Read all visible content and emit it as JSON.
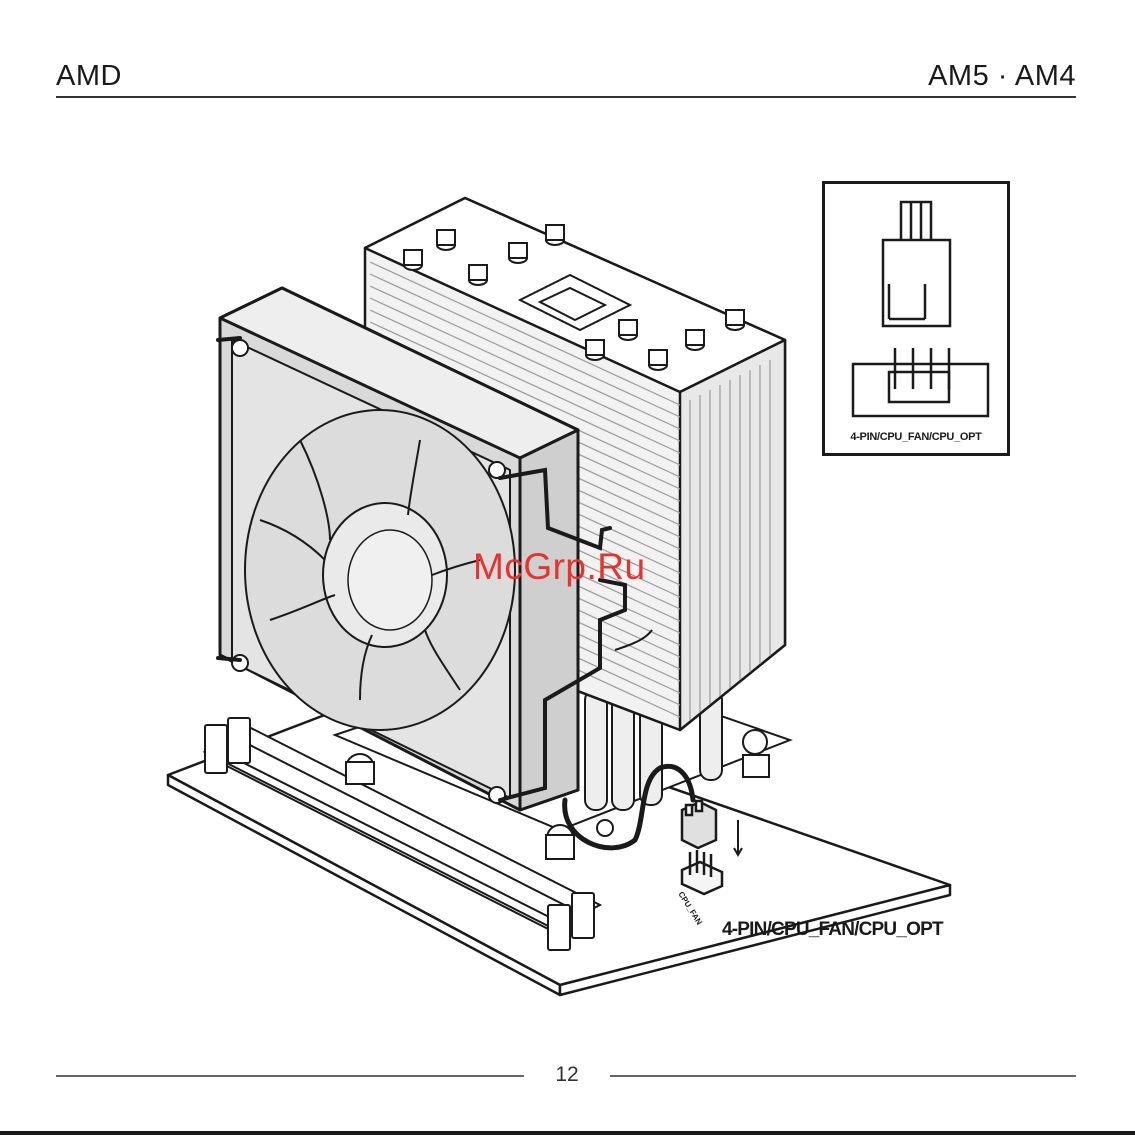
{
  "header": {
    "left_title": "AMD",
    "right_title": "AM5 · AM4"
  },
  "inset": {
    "connector_label": "4-PIN/CPU_FAN/CPU_OPT"
  },
  "illustration": {
    "header_label": "CPU_FAN",
    "connector_label": "4-PIN/CPU_FAN/CPU_OPT"
  },
  "watermark": "McGrp.Ru",
  "footer": {
    "page_number": "12"
  }
}
